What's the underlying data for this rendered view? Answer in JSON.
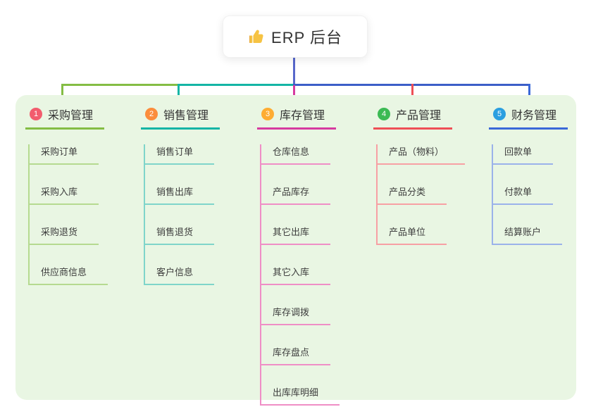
{
  "root": {
    "label": "ERP 后台",
    "icon": "thumbs-up-icon",
    "card_background": "#ffffff",
    "text_color": "#333333"
  },
  "panel": {
    "background": "#e9f6e3"
  },
  "connector": {
    "root_color": "#5868cb",
    "bus_segments": [
      "#84bd44",
      "#14b5a5",
      "#3c5ec8"
    ],
    "drops": [
      "#84bd44",
      "#14b5a5",
      "#d63ba0",
      "#ee4f56",
      "#3a68d8"
    ]
  },
  "branches": [
    {
      "badge": "1",
      "badge_color": "#f25c6d",
      "label": "采购管理",
      "color": "#84bd44",
      "light_color": "#b5da90",
      "children": [
        "采购订单",
        "采购入库",
        "采购退货",
        "供应商信息"
      ]
    },
    {
      "badge": "2",
      "badge_color": "#fb8d3c",
      "label": "销售管理",
      "color": "#14b5a5",
      "light_color": "#7fd5ca",
      "children": [
        "销售订单",
        "销售出库",
        "销售退货",
        "客户信息"
      ]
    },
    {
      "badge": "3",
      "badge_color": "#feac32",
      "label": "库存管理",
      "color": "#d63ba0",
      "light_color": "#ef8ec6",
      "children": [
        "仓库信息",
        "产品库存",
        "其它出库",
        "其它入库",
        "库存调拨",
        "库存盘点",
        "出库库明细"
      ]
    },
    {
      "badge": "4",
      "badge_color": "#3cba54",
      "label": "产品管理",
      "color": "#ee4f56",
      "light_color": "#f7a0a4",
      "children": [
        "产品（物料）",
        "产品分类",
        "产品单位"
      ]
    },
    {
      "badge": "5",
      "badge_color": "#2b9fe0",
      "label": "财务管理",
      "color": "#3a68d8",
      "light_color": "#9bb2ea",
      "children": [
        "回款单",
        "付款单",
        "结算账户"
      ]
    }
  ]
}
